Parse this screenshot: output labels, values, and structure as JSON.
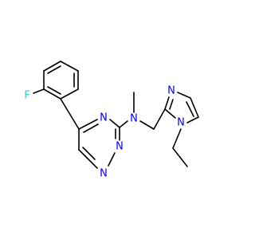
{
  "colors": {
    "bond": "#000000",
    "nitrogen": "#0000ff",
    "fluorine": "#33cccc"
  },
  "atoms": {
    "fluorine": "F",
    "triazine_n4": "N",
    "triazine_n1": "N",
    "triazine_n2": "N",
    "amine_n": "N",
    "imidazole_n3": "N",
    "imidazole_n1": "N"
  }
}
